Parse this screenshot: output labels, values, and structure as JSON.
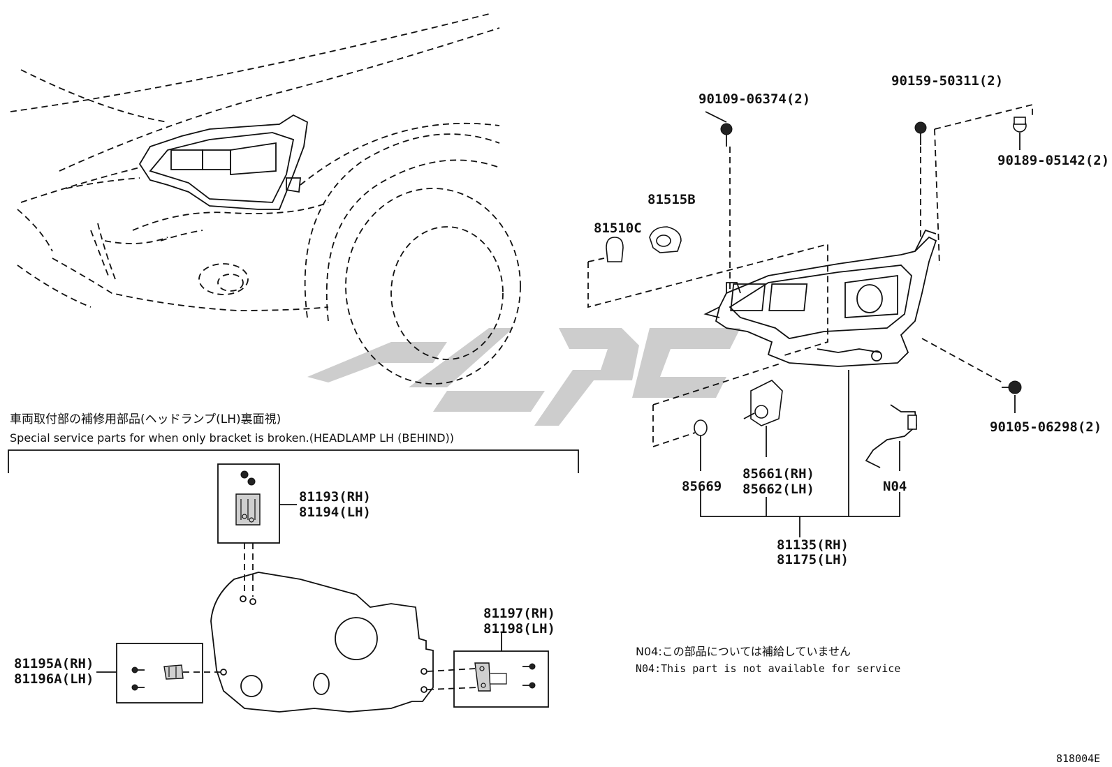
{
  "labels": {
    "p1": "90109-06374(2)",
    "p2": "90159-50311(2)",
    "p3": "90189-05142(2)",
    "p4": "81515B",
    "p5": "81510C",
    "p6": "90105-06298(2)",
    "p7": "85669",
    "p8a": "85661(RH)",
    "p8b": "85662(LH)",
    "p9": "N04",
    "p10a": "81135(RH)",
    "p10b": "81175(LH)",
    "p11a": "81193(RH)",
    "p11b": "81194(LH)",
    "p12a": "81197(RH)",
    "p12b": "81198(LH)",
    "p13a": "81195A(RH)",
    "p13b": "81196A(LH)"
  },
  "section": {
    "title_jp": "車両取付部の補修用部品(ヘッドランプ(LH)裏面視)",
    "title_en": "Special service parts for when only bracket is broken.(HEADLAMP LH (BEHIND))"
  },
  "notes": {
    "jp": "N04:この部品については補給していません",
    "en": "N04:This part is not available for service"
  },
  "diagram_code": "818004E",
  "watermark_color": "#c8c8c8"
}
